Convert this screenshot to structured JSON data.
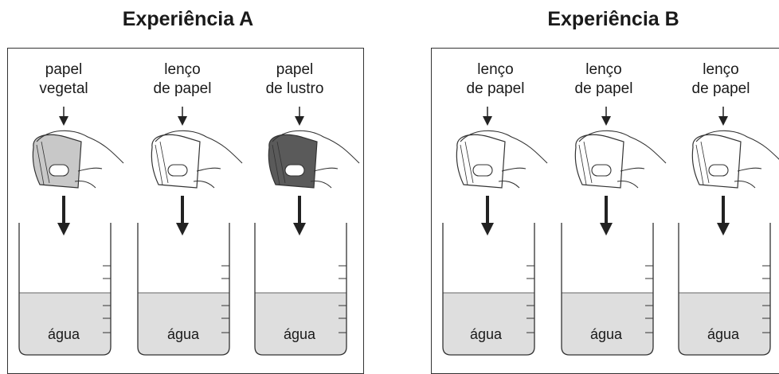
{
  "experiments": [
    {
      "title": "Experiência A",
      "items": [
        {
          "label_line1": "papel",
          "label_line2": "vegetal",
          "paper_shade": "#c8c8c8",
          "liquid_label": "água"
        },
        {
          "label_line1": "lenço",
          "label_line2": "de papel",
          "paper_shade": "#ffffff",
          "liquid_label": "água"
        },
        {
          "label_line1": "papel",
          "label_line2": "de lustro",
          "paper_shade": "#5a5a5a",
          "liquid_label": "água"
        }
      ]
    },
    {
      "title": "Experiência B",
      "items": [
        {
          "label_line1": "lenço",
          "label_line2": "de papel",
          "paper_shade": "#ffffff",
          "liquid_label": "água"
        },
        {
          "label_line1": "lenço",
          "label_line2": "de papel",
          "paper_shade": "#ffffff",
          "liquid_label": "água"
        },
        {
          "label_line1": "lenço",
          "label_line2": "de papel",
          "paper_shade": "#ffffff",
          "liquid_label": "água"
        }
      ]
    }
  ],
  "colors": {
    "water": "#dedede",
    "outline": "#333333"
  }
}
